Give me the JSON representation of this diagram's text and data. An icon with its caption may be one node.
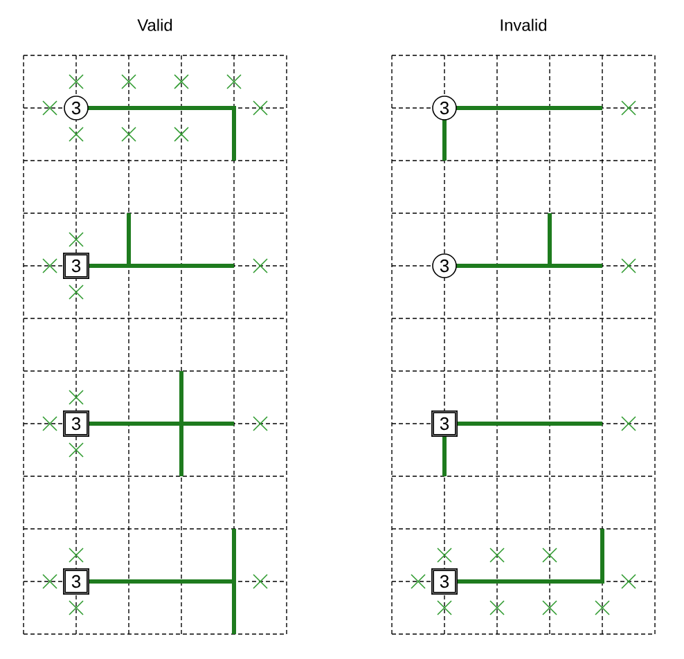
{
  "diagram": {
    "nodes": [
      {
        "text": [
          "3"
        ]
      },
      {
        "text": [
          "3"
        ]
      },
      {
        "text": [
          "3"
        ]
      },
      {
        "text": [
          "3"
        ]
      },
      {
        "text": [
          "3"
        ]
      },
      {
        "text": [
          "3"
        ]
      },
      {
        "text": [
          "3"
        ]
      },
      {
        "text": [
          "3"
        ]
      }
    ],
    "labels": [
      "Valid",
      "Invalid"
    ]
  }
}
